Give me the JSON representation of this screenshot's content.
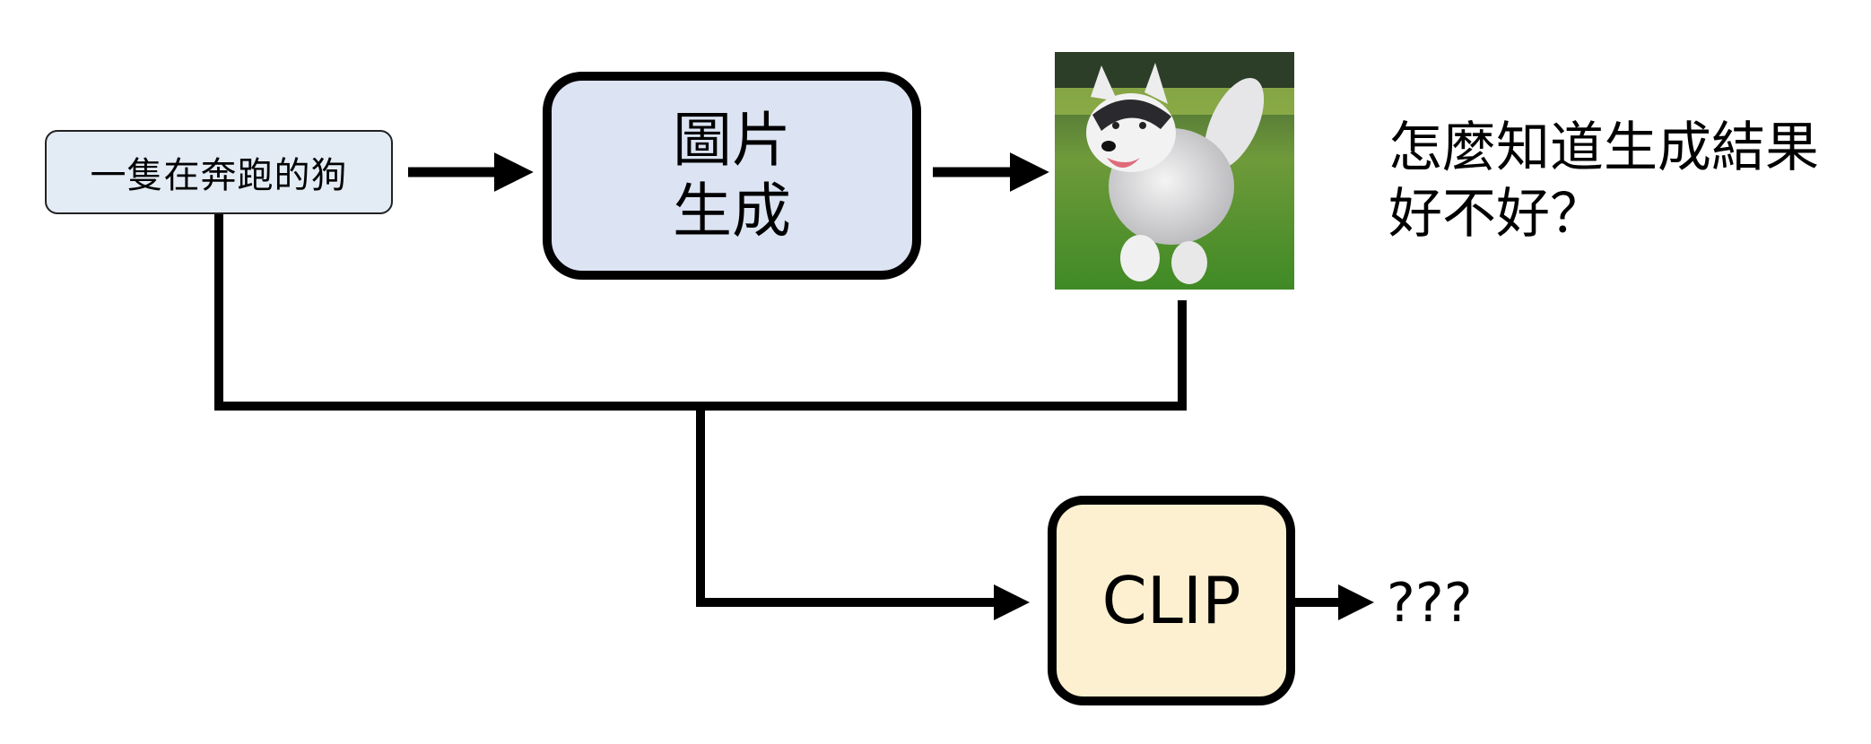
{
  "diagram": {
    "prompt_box": {
      "label": "一隻在奔跑的狗",
      "fill": "#e3ebf5"
    },
    "generation_box": {
      "line1": "圖片",
      "line2": "生成",
      "fill": "#dce3f2"
    },
    "generated_image": {
      "description": "husky running on grass",
      "icon": "dog-photo"
    },
    "question": {
      "text": "怎麼知道生成結果\n好不好？"
    },
    "clip_box": {
      "label": "CLIP",
      "fill": "#fcf0d0"
    },
    "output": {
      "label": "???"
    },
    "edges": [
      {
        "from": "prompt_box",
        "to": "generation_box"
      },
      {
        "from": "generation_box",
        "to": "generated_image"
      },
      {
        "from": "prompt_box",
        "to": "clip_box",
        "via": "merge"
      },
      {
        "from": "generated_image",
        "to": "clip_box",
        "via": "merge"
      },
      {
        "from": "clip_box",
        "to": "output"
      }
    ]
  }
}
